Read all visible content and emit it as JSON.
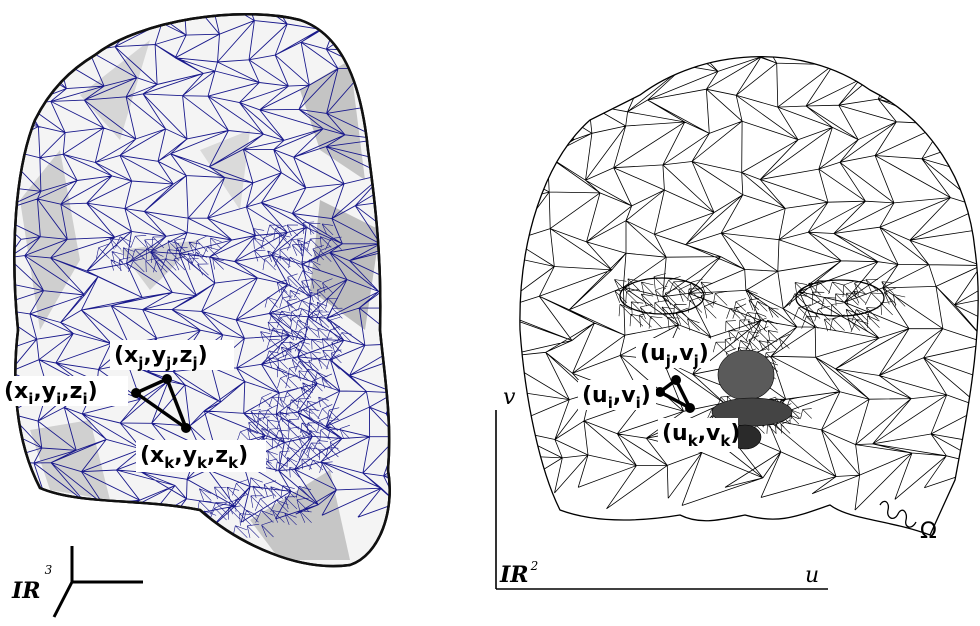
{
  "left_panel": {
    "space_label": "IR",
    "space_superscript": "3",
    "labels": {
      "i": {
        "open": "(x",
        "s1": "i",
        "c1": ",y",
        "s2": "i",
        "c2": ",z",
        "s3": "i",
        "close": ")"
      },
      "j": {
        "open": "(x",
        "s1": "j",
        "c1": ",y",
        "s2": "j",
        "c2": ",z",
        "s3": "j",
        "close": ")"
      },
      "k": {
        "open": "(x",
        "s1": "k",
        "c1": ",y",
        "s2": "k",
        "c2": ",z",
        "s3": "k",
        "close": ")"
      }
    },
    "mesh_color": "#1a1a8c",
    "surface_color": "#f4f4f4",
    "shade_color": "#c8c8c8"
  },
  "right_panel": {
    "space_label": "IR",
    "space_superscript": "2",
    "axis_u": "u",
    "axis_v": "v",
    "domain_label": "Ω",
    "labels": {
      "i": {
        "open": "(u",
        "s1": "i",
        "c1": ",v",
        "s2": "i",
        "close": ")"
      },
      "j": {
        "open": "(u",
        "s1": "j",
        "c1": ",v",
        "s2": "j",
        "close": ")"
      },
      "k": {
        "open": "(u",
        "s1": "k",
        "c1": ",v",
        "s2": "k",
        "close": ")"
      }
    },
    "mesh_color": "#000000"
  }
}
